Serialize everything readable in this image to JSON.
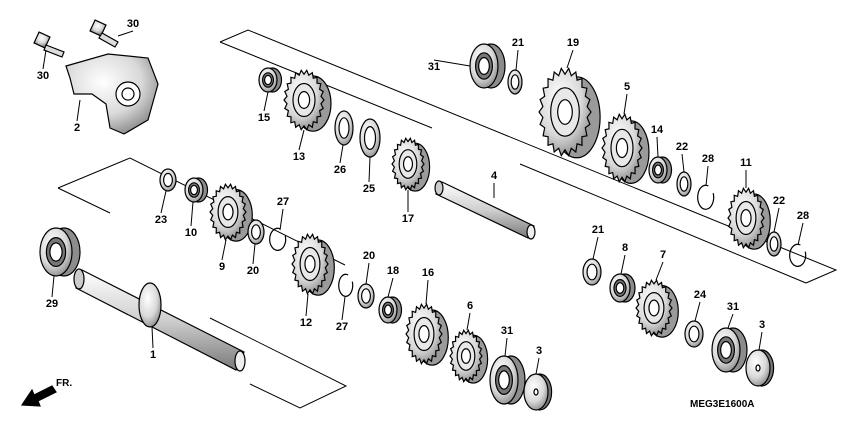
{
  "diagram": {
    "drawing_id": "MEG3E1600A",
    "front_marker": "FR.",
    "callouts": [
      {
        "label": "30",
        "part": "bolt-upper"
      },
      {
        "label": "30",
        "part": "bolt-left"
      },
      {
        "label": "2",
        "part": "setting-plate"
      },
      {
        "label": "15",
        "part": "needle-bearing-small"
      },
      {
        "label": "13",
        "part": "countershaft-gear-a"
      },
      {
        "label": "26",
        "part": "spline-washer-a"
      },
      {
        "label": "25",
        "part": "lock-washer-a"
      },
      {
        "label": "17",
        "part": "countershaft-gear-b"
      },
      {
        "label": "4",
        "part": "countershaft"
      },
      {
        "label": "31",
        "part": "ball-bearing-top"
      },
      {
        "label": "21",
        "part": "thrust-washer-top"
      },
      {
        "label": "19",
        "part": "final-gear-large"
      },
      {
        "label": "5",
        "part": "countershaft-gear-c"
      },
      {
        "label": "14",
        "part": "needle-bearing-right"
      },
      {
        "label": "22",
        "part": "spline-washer-right-a"
      },
      {
        "label": "28",
        "part": "snap-ring-right-a"
      },
      {
        "label": "11",
        "part": "countershaft-gear-d"
      },
      {
        "label": "22",
        "part": "spline-washer-right-b"
      },
      {
        "label": "28",
        "part": "snap-ring-right-b"
      },
      {
        "label": "23",
        "part": "thrust-washer-left"
      },
      {
        "label": "10",
        "part": "bushing-left"
      },
      {
        "label": "9",
        "part": "mainshaft-gear-a"
      },
      {
        "label": "20",
        "part": "spline-washer-left"
      },
      {
        "label": "27",
        "part": "snap-ring-left-a"
      },
      {
        "label": "12",
        "part": "mainshaft-gear-b"
      },
      {
        "label": "27",
        "part": "snap-ring-left-b"
      },
      {
        "label": "20",
        "part": "spline-washer-center"
      },
      {
        "label": "18",
        "part": "bushing-center"
      },
      {
        "label": "16",
        "part": "mainshaft-gear-c"
      },
      {
        "label": "6",
        "part": "mainshaft-gear-d"
      },
      {
        "label": "31",
        "part": "ball-bearing-bottom"
      },
      {
        "label": "3",
        "part": "oil-seal-bottom"
      },
      {
        "label": "29",
        "part": "ball-bearing-left"
      },
      {
        "label": "1",
        "part": "mainshaft"
      },
      {
        "label": "21",
        "part": "thrust-washer-lower-right"
      },
      {
        "label": "8",
        "part": "bushing-lower-right"
      },
      {
        "label": "7",
        "part": "mainshaft-gear-e"
      },
      {
        "label": "24",
        "part": "washer-lower-right"
      },
      {
        "label": "31",
        "part": "ball-bearing-lower-right"
      },
      {
        "label": "3",
        "part": "oil-seal-lower-right"
      }
    ]
  }
}
